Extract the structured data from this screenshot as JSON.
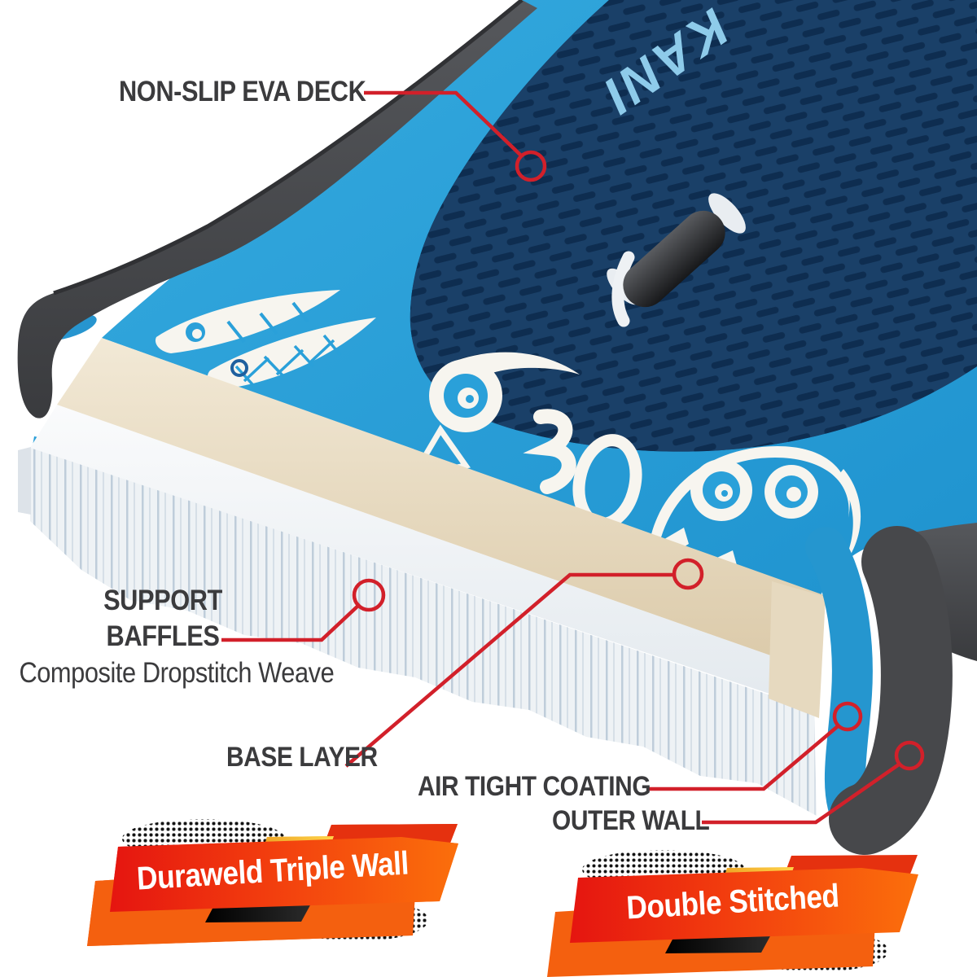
{
  "board": {
    "logo_text": "KANI"
  },
  "annotations": {
    "eva_deck": "NON-SLIP EVA DECK",
    "support_baffles_line1": "SUPPORT",
    "support_baffles_line2": "BAFFLES",
    "support_baffles_sub": "Composite Dropstitch Weave",
    "base_layer": "BASE LAYER",
    "air_tight_coating": "AIR TIGHT COATING",
    "outer_wall": "OUTER WALL"
  },
  "banners": [
    {
      "label": "Duraweld Triple Wall"
    },
    {
      "label": "Double Stitched"
    }
  ],
  "colors": {
    "annotation_red": "#d2202a",
    "label_gray": "#3b3b3d",
    "board_blue": "#2aa0d9",
    "deck_pad_navy": "#173c66",
    "dropstitch_cream": "#e9dcc3",
    "outer_wall_gray": "#4a4b4e",
    "banner_red": "#e51510",
    "banner_orange": "#fb6f0c",
    "banner_yellow": "#ffd44a",
    "banner_back_orange": "#f4600f"
  }
}
